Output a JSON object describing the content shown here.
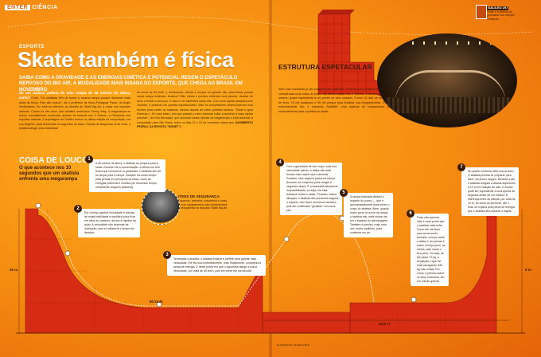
{
  "header": {
    "section_box": "ENTER",
    "section": "CIÊNCIA"
  },
  "issue_box": {
    "head": "GALILEU 297",
    "text": "Skate e a ciência da gravidade nas rampas olímpicas"
  },
  "article": {
    "kicker": "ESPORTE",
    "title": "Skate também é física",
    "deck": "SAIBA COMO A GRAVIDADE E AS ENERGIAS CINÉTICA E POTENCIAL REGEM O ESPETÁCULO NERVOSO DO BIG AIR, A MODALIDADE MAIS INSANA DO ESPORTE, QUE CHEGA AO BRASIL EM NOVEMBRO",
    "lead": "Só um maluco pularia de uma rampa de 26 metros de altura, certo?",
    "col1": "Certo. \"Os skatistas têm de tomar a mesma rampa porque dominam mais aulas de física. Eles são loucos\", diz o professor de física Pedagogi Piazzi, do Anglo Vestibulares. Em está se referindo ao desafio de Skate Big Air, a maior dos esportes radicais. Criado há dez anos pelo skatista americano Danny Way, a megarampa se tornou mundialmente conhecida quando foi incluída nos X Games, a Olimpíada dos esportes radicais. A reportagem de Galileu esteve na ultima edição da competição, em Los Angeles, para desvendar os segredos da física.",
    "col1_end": "Depois de despencar lá de cima, o skatista atinge uma velocidade",
    "col2": "de cerca de 80 km/h e, terminando, decola e ocupar um grande vão, para tentar pousar numa rampa inclinada. Acabou? Não. Ainda é preciso enfrentar uma parede, decolar de novo e tentar o pescoço. O risco é de acidentes muito alto. Com uma rápida pesquisa pelo Youtube, é possível ver quedas espetaculares. Mas os competidores desenvolveram uma técnica para conter ao saltando, mesmo depois de sofrer grandes tombos. \"Skate é igual Fórmula-1. Se você bateu, tem que passar o carro reservar voltar a acelerar o mais rápido possível\", diz Bob Burnquist, que acumula várias vitórias na megarampa e está trazendo a competição para São Paulo, entre os dias 21 e 23 de novembro deste ano.",
    "col2_credit": "(NUMBERTO PEDRAL DA REVISTA \"MONET\")"
  },
  "coisa": {
    "title": "COISA DE LOUCO",
    "subtitle": "O que acontece nos 10 segundos que um skatista enfrenta uma megarampa"
  },
  "estrutura": {
    "title": "ESTRUTURA ESPETACULAR",
    "body": "Além das manobras (e da coragem) dos skatistas, a estrutura da megarampa também pode ser considerada uma coisa de louco. Na última edição dos X Games, a altura máxima chegou a 26 metros, quase equivalente a um prédio de seis andares. Foram 10 dias de obras 27 toneladas de ferro, 15 mil parafusos e 60 mil pregos para finalizar sua megaestrutura. O piso utilizado, extremamente liso, é chamado Skatelite, uma espécie de compensado desenvolvido especialmente para a prática do skate."
  },
  "steps": [
    {
      "num": "1",
      "text": "A 26 metros de altura, o skatista se prepara para a saída. Durante ele a concentração, a última vez tem tenso que reconhecer a gravidade. O skatista tem de se lançar para a rampa. Também há muito tempo para pensar em princípios da física, como as energias potencial e cinética (se houvesse tempo, certamente ninguém desceria)."
    },
    {
      "num": "2",
      "text": "Em começo ganhar velocidade e precisa de muita habilidade e equilíbrio para ficar em cima do caminho, devido à rapidez da ação. A velocidade não depende da inclinação, que só influencia o tempo da descida."
    },
    {
      "num": "3",
      "text": "Terminada a descida, o skatista finaliza e prefere para ganhar mais velocidade. Ele faz isso instintivamente, mas, fisicamente, compensa a perda de energia. É neste ponto em que o esportista atinge a maior velocidade, por volta de 80 km/h, pois em breve ele vai decolar."
    },
    {
      "num": "4",
      "text": "Com a gravidade de seu corpo, mas sua velocidade caindo, o atleta não está focado mais rápido que a descida. Portanto, eles seguem juntos na rampa (formam um conjunto) para chegar à segunda rampa. É a chamada estrada de impossibilidade, ou seja, ele está flutuando sobre o skate. Portanto, nessa situação, o skatista não precisaria segurar o suporte, nem fazer nenhuma manobra, pois ele continuaria \"grudado\" nos seus pés."
    },
    {
      "num": "5",
      "text": "A rampa inclinada diminui o impacto do pouso — que é aproximadamente duas vezes o corpo do skatista. Além, quanto maior perto do início da rampa o skatista cair, mais suave vai ser o impacto do aterrissagem. Também é preciso, mais uma vez, muito equilíbrio, para continuar em pé."
    },
    {
      "num": "6",
      "text": "Pode não parecer, mas é esse ponto que o skatista mais sofre. Como ele vai fazer uma curva muito fechada, a força sobre o atleta e, as pernas é maior. A força peso, na média, sete vezes o seu peso. Ou seja, se ele pesar 70 kg, a sensação é que ele está carregando 490 kg nas costas. Em curva, é preciso sobre os seus músculos, ser um minuto grande."
    },
    {
      "num": "7",
      "text": "No quarto momento Não nunca claro. O skatista precisa se preparar para fazer um pouco seguro. Durante a ato, o skatista chegam a alturas superiores a 10 m em relação ao solo. O tombo pode ser equivalente a uma queda da segunda andar de um edifício. A diferença entre as alturas, por volta de 10 m, do início do percurso, até o final, se explica pela perda de energia que o skatista tem durante o trajeto."
    }
  ],
  "itens": {
    "title": "ITENS DE SEGURANÇA",
    "text": "Capacete, joelheira, cotoveleira e luvas. É com equipamentos são fundamentais e obrigatórios no deposito Skate Big Air."
  },
  "labels": {
    "height_left": "26 m",
    "height_right": "8 m",
    "speed": "80 km/h",
    "width": "25,8 m"
  },
  "credit": "ILUSTRAÇÃO: STUDIO ARTE",
  "colors": {
    "background": "#f58a11",
    "ramp": "#d62c14",
    "text_dark": "#3a1a00"
  }
}
